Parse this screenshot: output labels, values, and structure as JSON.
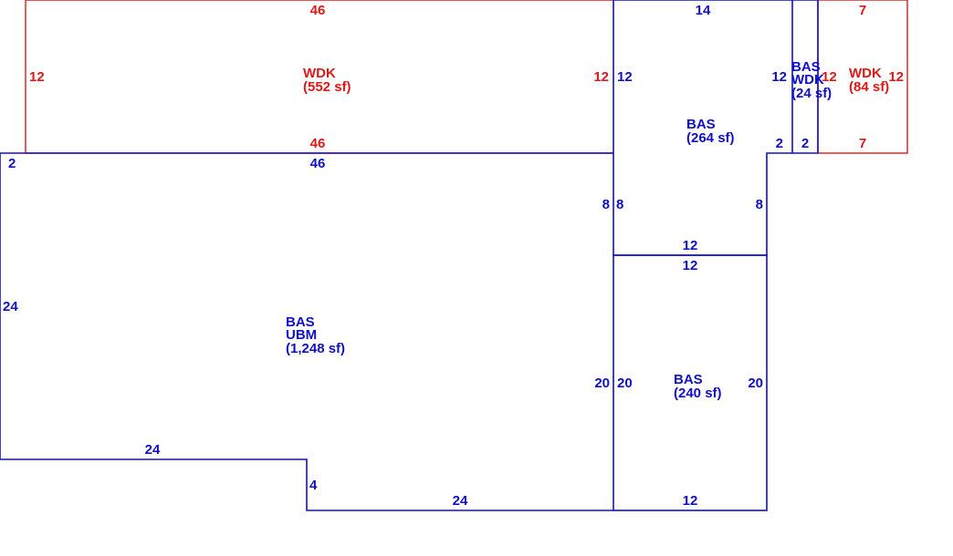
{
  "colors": {
    "bas": "#1010c8",
    "wdk": "#e01818",
    "background": "#ffffff"
  },
  "areas": {
    "wdk_large": {
      "code": "WDK",
      "area": "(552 sf)"
    },
    "bas_upper": {
      "code": "BAS",
      "area": "(264 sf)"
    },
    "bas_wdk_narrow": {
      "code_1": "BAS",
      "code_2": "WDK",
      "area": "(24 sf)"
    },
    "wdk_small": {
      "code": "WDK",
      "area": "(84 sf)"
    },
    "bas_ubm_main": {
      "code_1": "BAS",
      "code_2": "UBM",
      "area": "(1,248 sf)"
    },
    "bas_lower": {
      "code": "BAS",
      "area": "(240 sf)"
    }
  },
  "dimensions": {
    "wdk_large_top": "46",
    "wdk_large_left": "12",
    "wdk_large_right": "12",
    "wdk_large_bottom": "46",
    "bas_upper_top": "14",
    "bas_upper_left": "12",
    "bas_upper_right": "12",
    "bas_upper_step": "2",
    "bas_upper_side_left": "8",
    "bas_upper_side_right": "8",
    "bas_upper_bottom": "12",
    "narrow_right": "12",
    "narrow_bottom": "2",
    "wdk_small_top": "7",
    "wdk_small_right": "12",
    "wdk_small_bottom": "7",
    "main_top": "46",
    "main_corner": "2",
    "main_left": "24",
    "main_right_upper": "8",
    "main_right_lower": "20",
    "main_bottom_left": "24",
    "main_step": "4",
    "main_bottom": "24",
    "bas_lower_top": "12",
    "bas_lower_left": "20",
    "bas_lower_right": "20",
    "bas_lower_bottom": "12"
  }
}
